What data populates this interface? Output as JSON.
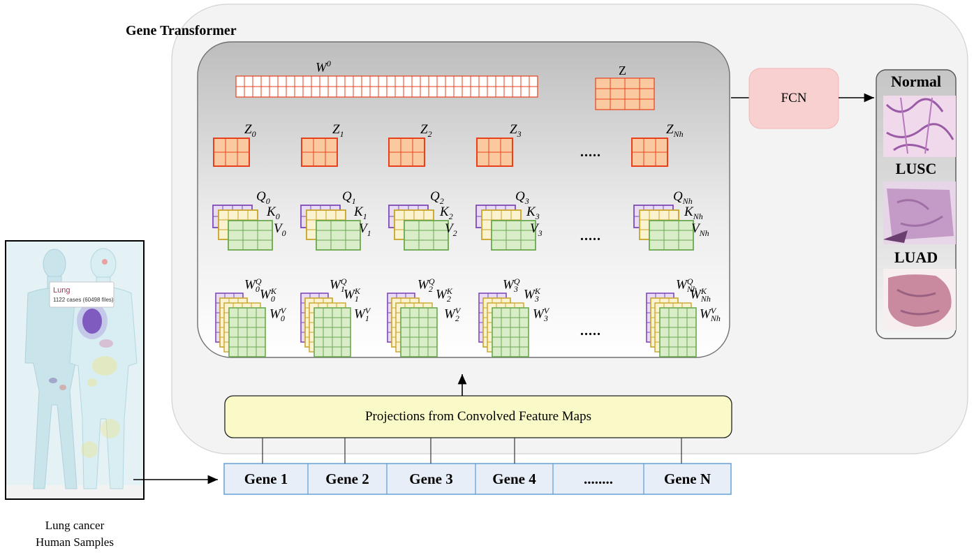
{
  "title": "Gene Transformer",
  "weights_label": "W",
  "weights_sup": "0",
  "z_label": "Z",
  "heads": [
    {
      "sub": "0"
    },
    {
      "sub": "1"
    },
    {
      "sub": "2"
    },
    {
      "sub": "3"
    },
    {
      "sub": "Nh"
    }
  ],
  "letters": {
    "z": "Z",
    "q": "Q",
    "k": "K",
    "v": "V",
    "w": "W"
  },
  "ellipsis_heads": ".....",
  "projection_label": "Projections from Convolved Feature Maps",
  "genes": [
    "Gene 1",
    "Gene 2",
    "Gene 3",
    "Gene 4",
    "........",
    "Gene N"
  ],
  "fcn_label": "FCN",
  "classes": [
    "Normal",
    "LUSC",
    "LUAD"
  ],
  "body_tooltip": {
    "title": "Lung",
    "detail": "1122 cases (60498 files)"
  },
  "caption_line1": "Lung cancer",
  "caption_line2": "Human Samples",
  "colors": {
    "orange_stroke": "#e8401c",
    "orange_fill": "#fbc9a0",
    "purple": "#7f4ab8",
    "yellow": "#c8a428",
    "green": "#6aa84f",
    "green_fill": "#d8edc8",
    "proj_fill": "#fafac8",
    "fcn_fill": "#f9d0d0",
    "gene_fill": "#e8eef8",
    "gene_stroke": "#5b9bd5"
  }
}
